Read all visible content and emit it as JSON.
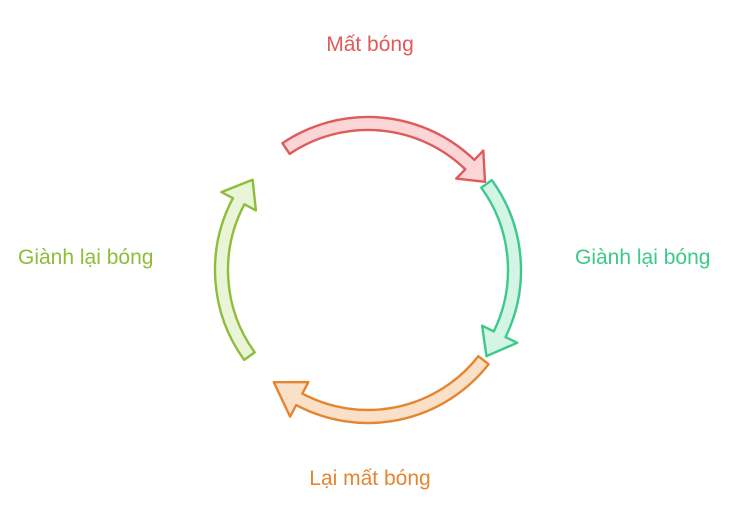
{
  "diagram": {
    "steps": [
      {
        "id": "top",
        "label": "Mất bóng",
        "stroke": "#e05a5a",
        "fill": "#fcd6d6"
      },
      {
        "id": "right",
        "label": "Giành lại bóng",
        "stroke": "#3cc98a",
        "fill": "#d4f5e6"
      },
      {
        "id": "bottom",
        "label": "Lại mất bóng",
        "stroke": "#e5852f",
        "fill": "#fbe0c8"
      },
      {
        "id": "left",
        "label": "Giành lại bóng",
        "stroke": "#8dbd3a",
        "fill": "#e9f5d6"
      }
    ]
  }
}
